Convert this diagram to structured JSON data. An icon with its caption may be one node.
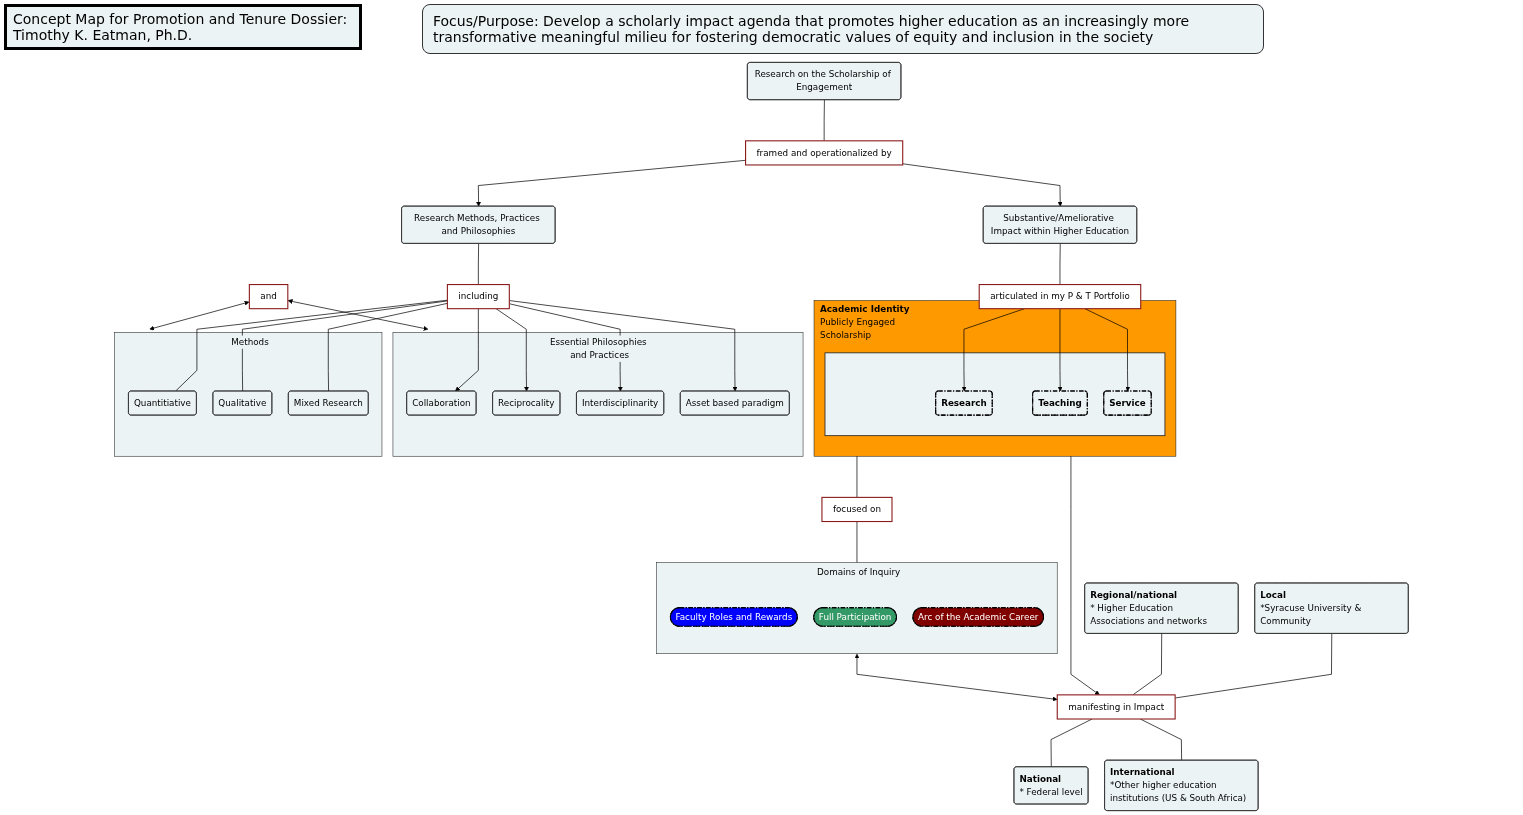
{
  "diagram": {
    "title": "Concept Map for Promotion and Tenure Dossier: Timothy K. Eatman, Ph.D.",
    "nodes": [
      {
        "text": [
          "Research on the Scholarship of Engagement"
        ]
      },
      {
        "text": [
          "framed and operationalized by"
        ]
      },
      {
        "text": [
          "Substantive/Ameliorative Impact within Higher Education"
        ]
      },
      {
        "text": [
          "Research Methods, Practices and Philosophies"
        ]
      },
      {
        "text": [
          "articulated in my P & T Portfolio"
        ]
      },
      {
        "text": [
          "Academic Identity",
          "Publicly Engaged Scholarship"
        ]
      },
      {
        "text": [],
        "shape": "box",
        "in": 5
      },
      {
        "text": [
          "Research"
        ],
        "in": 6
      },
      {
        "text": [
          "Teaching"
        ],
        "in": 6
      },
      {
        "text": [
          "Service"
        ],
        "in": 6
      },
      {
        "text": [
          "manifesting in Impact"
        ]
      },
      {
        "text": [
          "Local",
          "*Syracuse University & Community"
        ]
      },
      {
        "text": [
          "Regional/national",
          "* Higher Education Associations and networks"
        ]
      },
      {
        "text": [
          "National",
          "* Federal level"
        ]
      },
      {
        "text": [
          "International",
          "*Other higher education institutions (US & South Africa)"
        ]
      },
      {
        "text": [
          "focused on"
        ]
      },
      {
        "text": [
          "Domains of Inquiry"
        ]
      },
      {
        "text": [
          "Faculty Roles and Rewards"
        ],
        "in": 16
      },
      {
        "text": [
          "Full Participation"
        ],
        "in": 16
      },
      {
        "text": [
          "Arc of the Academic Career"
        ],
        "in": 16
      },
      {
        "text": [
          "including"
        ]
      },
      {
        "text": [
          "Essential Philosophies and Practices"
        ]
      },
      {
        "text": [
          "Collaboration"
        ],
        "in": 21
      },
      {
        "text": [
          "Reciprocality"
        ],
        "in": 21
      },
      {
        "text": [
          "Interdisciplinarity"
        ],
        "in": 21
      },
      {
        "text": [
          "Asset based paradigm"
        ],
        "in": 21
      },
      {
        "text": [
          "and"
        ]
      },
      {
        "text": [
          "Methods"
        ]
      },
      {
        "text": [
          "Quantitiative"
        ],
        "in": 27
      },
      {
        "text": [
          "Qualitative"
        ],
        "in": 27
      },
      {
        "text": [
          "Mixed Research"
        ],
        "in": 27
      }
    ],
    "edges": [
      {
        "from": 0,
        "to": 1,
        "arrow": "none"
      },
      {
        "from": 1,
        "to": 2,
        "arrow": "to"
      },
      {
        "from": 1,
        "to": 3,
        "arrow": "to"
      },
      {
        "from": 2,
        "to": 4,
        "arrow": "none"
      },
      {
        "from": 4,
        "to": 7,
        "arrow": "to"
      },
      {
        "from": 4,
        "to": 8,
        "arrow": "to"
      },
      {
        "from": 4,
        "to": 9,
        "arrow": "to"
      },
      {
        "from": 5,
        "to": 10,
        "arrow": "to"
      },
      {
        "from": 11,
        "to": 10,
        "arrow": "none"
      },
      {
        "from": 12,
        "to": 10,
        "arrow": "none"
      },
      {
        "from": 10,
        "to": 13,
        "arrow": "none"
      },
      {
        "from": 10,
        "to": 14,
        "arrow": "none"
      },
      {
        "from": 5,
        "to": 15,
        "arrow": "none"
      },
      {
        "from": 15,
        "to": 16,
        "arrow": "none"
      },
      {
        "from": 16,
        "to": 10,
        "arrow": "both"
      },
      {
        "from": 3,
        "to": 20,
        "arrow": "none"
      },
      {
        "from": 20,
        "to": 22,
        "arrow": "to"
      },
      {
        "from": 20,
        "to": 23,
        "arrow": "to"
      },
      {
        "from": 20,
        "to": 24,
        "arrow": "to"
      },
      {
        "from": 20,
        "to": 25,
        "arrow": "to"
      },
      {
        "from": 26,
        "to": 21,
        "arrow": "both"
      },
      {
        "from": 26,
        "to": 27,
        "arrow": "both"
      },
      {
        "from": 20,
        "to": 28,
        "arrow": "none"
      },
      {
        "from": 20,
        "to": 30,
        "arrow": "none"
      },
      {
        "from": 20,
        "to": 29,
        "arrow": "none"
      }
    ],
    "labels": [
      "Focus/Purpose: Develop a scholarly impact agenda that promotes higher education as an increasingly more transformative meaningful milieu for fostering democratic values of equity and inclusion in the society"
    ]
  }
}
